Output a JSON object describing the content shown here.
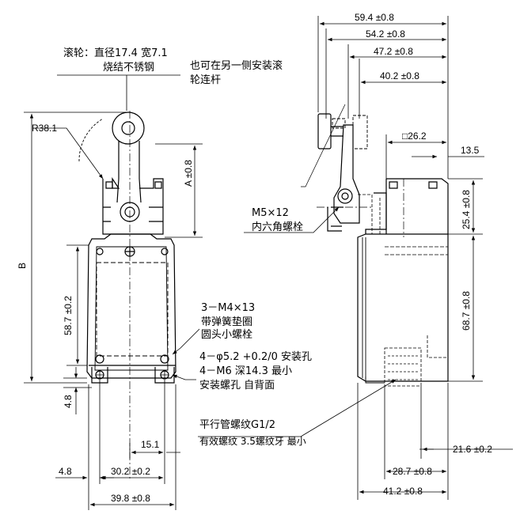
{
  "notes": {
    "roller_line1": "滚轮：直径17.4 宽7.1",
    "roller_line2": "烧结不锈钢",
    "mount_line1": "也可在另一侧安装滚",
    "mount_line2": "轮连杆",
    "hex_line1": "M5×12",
    "hex_line2": "内六角螺栓",
    "screw_line1": "3－M4×13",
    "screw_line2": "带弹簧垫圈",
    "screw_line3": "圆头小螺栓",
    "hole_line1": "4－φ5.2 +0.2/0 安装孔",
    "hole_line2": "4－M6 深14.3 最小",
    "hole_line3": "安装螺孔 自背面",
    "thread_line1": "平行管螺纹G1/2",
    "thread_line2": "有效螺纹 3.5螺纹牙 最小"
  },
  "dims": {
    "d59_4": "59.4 ±0.8",
    "d54_2": "54.2 ±0.8",
    "d47_2": "47.2 ±0.8",
    "d40_2": "40.2 ±0.8",
    "d26_2": "□26.2",
    "d13_5": "13.5",
    "d25_4": "25.4 ±0.8",
    "d68_7": "68.7 ±0.8",
    "d21_6": "21.6 ±0.2",
    "d28_7": "28.7 ±0.8",
    "d41_2": "41.2 ±0.8",
    "r38_1": "R38.1",
    "dA": "A ±0.8",
    "dB": "B",
    "d58_7": "58.7 ±0.2",
    "d4_8v": "4.8",
    "d15_1": "15.1",
    "d4_8h": "4.8",
    "d30_2": "30.2 ±0.2",
    "d39_8": "39.8 ±0.8"
  }
}
